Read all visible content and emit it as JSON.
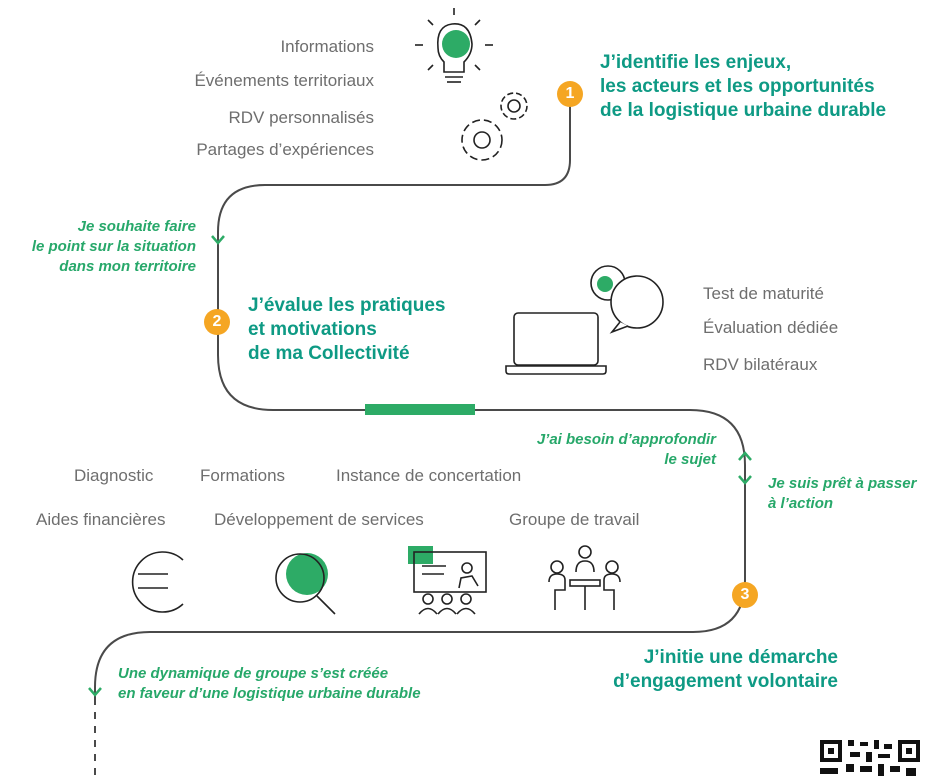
{
  "colors": {
    "path": "#4a4a4a",
    "teal": "#0e9a84",
    "green": "#2dab66",
    "orange": "#f5a623",
    "icon": "#222222"
  },
  "step1": {
    "number": "1",
    "title_lines": [
      "J’identifie les enjeux,",
      "les acteurs et les opportunités",
      "de la logistique urbaine durable"
    ],
    "services": [
      "Informations",
      "Événements territoriaux",
      "RDV personnalisés",
      "Partages d’expériences"
    ]
  },
  "note1": {
    "lines": [
      "Je souhaite faire",
      "le point sur la situation",
      "dans mon territoire"
    ]
  },
  "step2": {
    "number": "2",
    "title_lines": [
      "J’évalue les pratiques",
      "et motivations",
      "de ma Collectivité"
    ],
    "services": [
      "Test de maturité",
      "Évaluation dédiée",
      "RDV bilatéraux"
    ]
  },
  "note2": {
    "lines": [
      "J’ai besoin d’approfondir",
      "le sujet"
    ]
  },
  "note3": {
    "lines": [
      "Je suis prêt à passer",
      "à l’action"
    ]
  },
  "step3": {
    "number": "3",
    "title_lines": [
      "J’initie une démarche",
      "d’engagement volontaire"
    ],
    "services_row1": [
      "Diagnostic",
      "Formations",
      "Instance de concertation"
    ],
    "services_row2": [
      "Aides financières",
      "Développement de services",
      "Groupe de travail"
    ]
  },
  "note4": {
    "lines": [
      "Une dynamique de groupe s’est créée",
      "en faveur d’une logistique urbaine durable"
    ]
  },
  "icons": [
    "lightbulb-icon",
    "gears-icon",
    "chat-bubbles-icon",
    "laptop-icon",
    "euro-icon",
    "magnifier-icon",
    "presentation-icon",
    "meeting-icon",
    "qr-code"
  ]
}
